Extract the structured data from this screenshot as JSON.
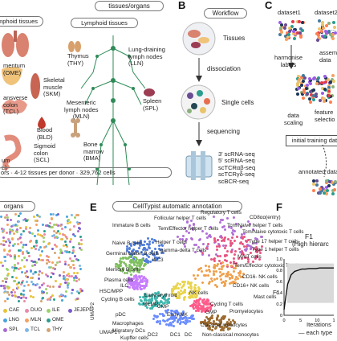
{
  "panelA": {
    "header": "tissues/organs",
    "group_header": "mphoid tissues",
    "lymph_header": "Lymphoid tissues",
    "organs_left": [
      "mentum",
      "(OME)"
    ],
    "organs_left2": [
      "ansverse",
      "colon",
      "(TCL)"
    ],
    "organs_left3": [
      "um",
      "L)"
    ],
    "skm": [
      "Skeletal",
      "muscle",
      "(SKM)"
    ],
    "blood": [
      "Blood",
      "(BLD)"
    ],
    "sigmoid": [
      "Sigmoid",
      "colon",
      "(SCL)"
    ],
    "thymus": [
      "Thymus",
      "(THY)"
    ],
    "lln": [
      "Lung-draining",
      "lymph nodes",
      "(LLN)"
    ],
    "mln": [
      "Mesenteric",
      "lymph nodes",
      "(MLN)"
    ],
    "spleen": [
      "Spleen",
      "(SPL)"
    ],
    "bma": [
      "Bone",
      "marrow",
      "(BMA)"
    ],
    "stats": "ors  ·  4-12 tissues per donor  ·  329,762 cells",
    "colors": {
      "organ": "#e07a6a",
      "lymph": "#2e8b57",
      "bone": "#c8a07a"
    }
  },
  "panelB": {
    "letter": "B",
    "header": "Workflow",
    "tissues": "Tissues",
    "dissociation": "dissociation",
    "single_cells": "Single cells",
    "sequencing": "sequencing",
    "assays": [
      "3' scRNA-seq",
      "5' scRNA-seq",
      "scTCRαβ-seq",
      "scTCRγδ-seq",
      "scBCR-seq"
    ]
  },
  "panelC": {
    "letter": "C",
    "dataset1": "dataset1",
    "dataset2": "dataset2",
    "ellipsis": "...",
    "harmonise": [
      "harmonise",
      "labels"
    ],
    "assemble": [
      "assembl",
      "data"
    ],
    "scaling": [
      "data",
      "scaling"
    ],
    "feature": [
      "feature",
      "selectio"
    ],
    "initial": "initial training dat",
    "annotated": "annotated data"
  },
  "panelD": {
    "header": "organs",
    "legend_rows": [
      [
        "CAE",
        "DUO",
        "ILE",
        "JEJEPI"
      ],
      [
        "LNG",
        "MLN",
        "OME"
      ],
      [
        "SPL",
        "TCL",
        "THY"
      ]
    ],
    "legend_colors": [
      "#e8c33a",
      "#e98aa8",
      "#9bd36b",
      "#7a5cc7",
      "#4aa3df",
      "#f4a261",
      "#2a9d8f",
      "#a86bd3",
      "#7fb7e5",
      "#d4a373"
    ]
  },
  "panelE": {
    "letter": "E",
    "header": "CellTypist automatic annotation",
    "umap2": "UMAP2",
    "umap1": "UMAP1",
    "labels": [
      "Regulatory T cells",
      "Follicular helper T cells",
      "CD8αα(entry)",
      "Tcm/Naive helper T cells",
      "Tcm/Naive cytotoxic T cells",
      "Immature B cells",
      "Tem/Effector helper T cells",
      "Type 17 helper T cells",
      "Helper T cells",
      "Type 1 helper T cells",
      "Naive B cells",
      "gamma-delta T cells",
      "MAIT cells",
      "Germinal center B cells",
      "ILC3",
      "Tem/Effector cytotoxic T cells",
      "Memory B cells",
      "Plasma cells",
      "CD16- NK cells",
      "HSC/MPP",
      "CD16+ NK cells",
      "ILC",
      "NK cells",
      "Cycling B cells",
      "Early erythroid",
      "Mast cells",
      "MEMP",
      "CMP",
      "Cycling T cells",
      "GMP",
      "Early MK",
      "pDC",
      "Promyelocytes",
      "Macrophages",
      "Migratory DCs",
      "Classical monocytes",
      "Kupffer cells",
      "DC2",
      "DC1",
      "DC",
      "Non-classical monocytes"
    ]
  },
  "panelF": {
    "letter": "F",
    "title": "F1",
    "subtitle": "(High hierarc",
    "ylabel": "F1",
    "xlabel": "Iterations",
    "legend": "each type",
    "chart_data": {
      "type": "line",
      "series": [
        {
          "values": [
            0.1,
            0.55,
            0.72,
            0.78,
            0.8,
            0.82,
            0.82,
            0.83,
            0.83,
            0.83,
            0.84,
            0.84,
            0.84,
            0.84,
            0.84
          ]
        }
      ],
      "x": [
        0,
        1,
        2,
        3,
        4,
        5,
        6,
        7,
        8,
        9,
        10,
        11,
        12,
        13,
        14
      ],
      "ylim": [
        0,
        1
      ],
      "yticks": [
        "0",
        "0.2",
        "0.4",
        "0.6",
        "0.8",
        "1.0"
      ],
      "xticks": [
        "0",
        "5",
        "10",
        "1"
      ]
    }
  }
}
